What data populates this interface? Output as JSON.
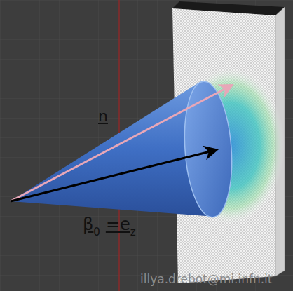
{
  "diagram": {
    "labels": [
      "n",
      "β",
      "0",
      "=e",
      "z",
      "illya.drebot@mi.infn.it"
    ]
  }
}
